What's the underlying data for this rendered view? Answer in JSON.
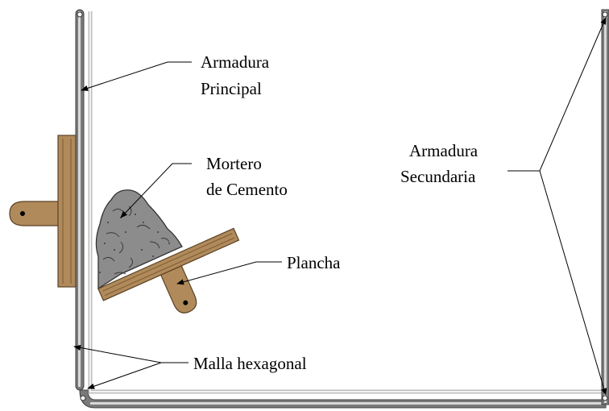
{
  "labels": {
    "armadura_principal": [
      "Armadura",
      "Principal"
    ],
    "mortero": [
      "Mortero",
      "de Cemento"
    ],
    "armadura_secundaria": [
      "Armadura",
      "Secundaria"
    ],
    "plancha": "Plancha",
    "malla": "Malla hexagonal"
  },
  "colors": {
    "frame": "#6e6e6e",
    "frame_inner": "#e8e8e8",
    "wood": "#b08a5a",
    "wood_dark": "#7a5a34",
    "mortar": "#8c8c8c"
  }
}
